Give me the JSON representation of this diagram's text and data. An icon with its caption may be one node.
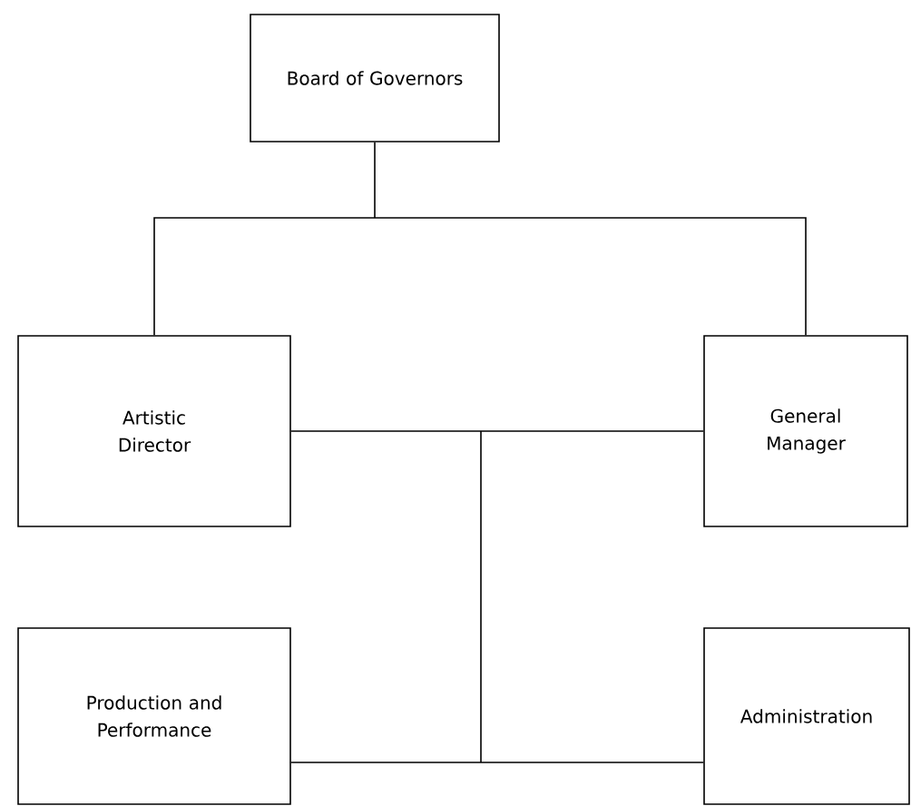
{
  "diagram": {
    "nodes": [
      {
        "text": [
          "Board of Governors"
        ]
      },
      {
        "text": [
          "Artistic Director"
        ]
      },
      {
        "text": [
          "General Manager"
        ]
      },
      {
        "text": [
          "Production and Performance"
        ]
      },
      {
        "text": [
          "Administration"
        ]
      }
    ],
    "edges": [
      {
        "from": 0,
        "to": 1,
        "arrow": "none"
      },
      {
        "from": 0,
        "to": 2,
        "arrow": "none"
      },
      {
        "from": 1,
        "to": 2,
        "arrow": "none"
      },
      {
        "from": 1,
        "to": 3,
        "arrow": "none"
      },
      {
        "from": 1,
        "to": 4,
        "arrow": "none"
      },
      {
        "from": 2,
        "to": 3,
        "arrow": "none"
      },
      {
        "from": 2,
        "to": 4,
        "arrow": "none"
      }
    ]
  }
}
